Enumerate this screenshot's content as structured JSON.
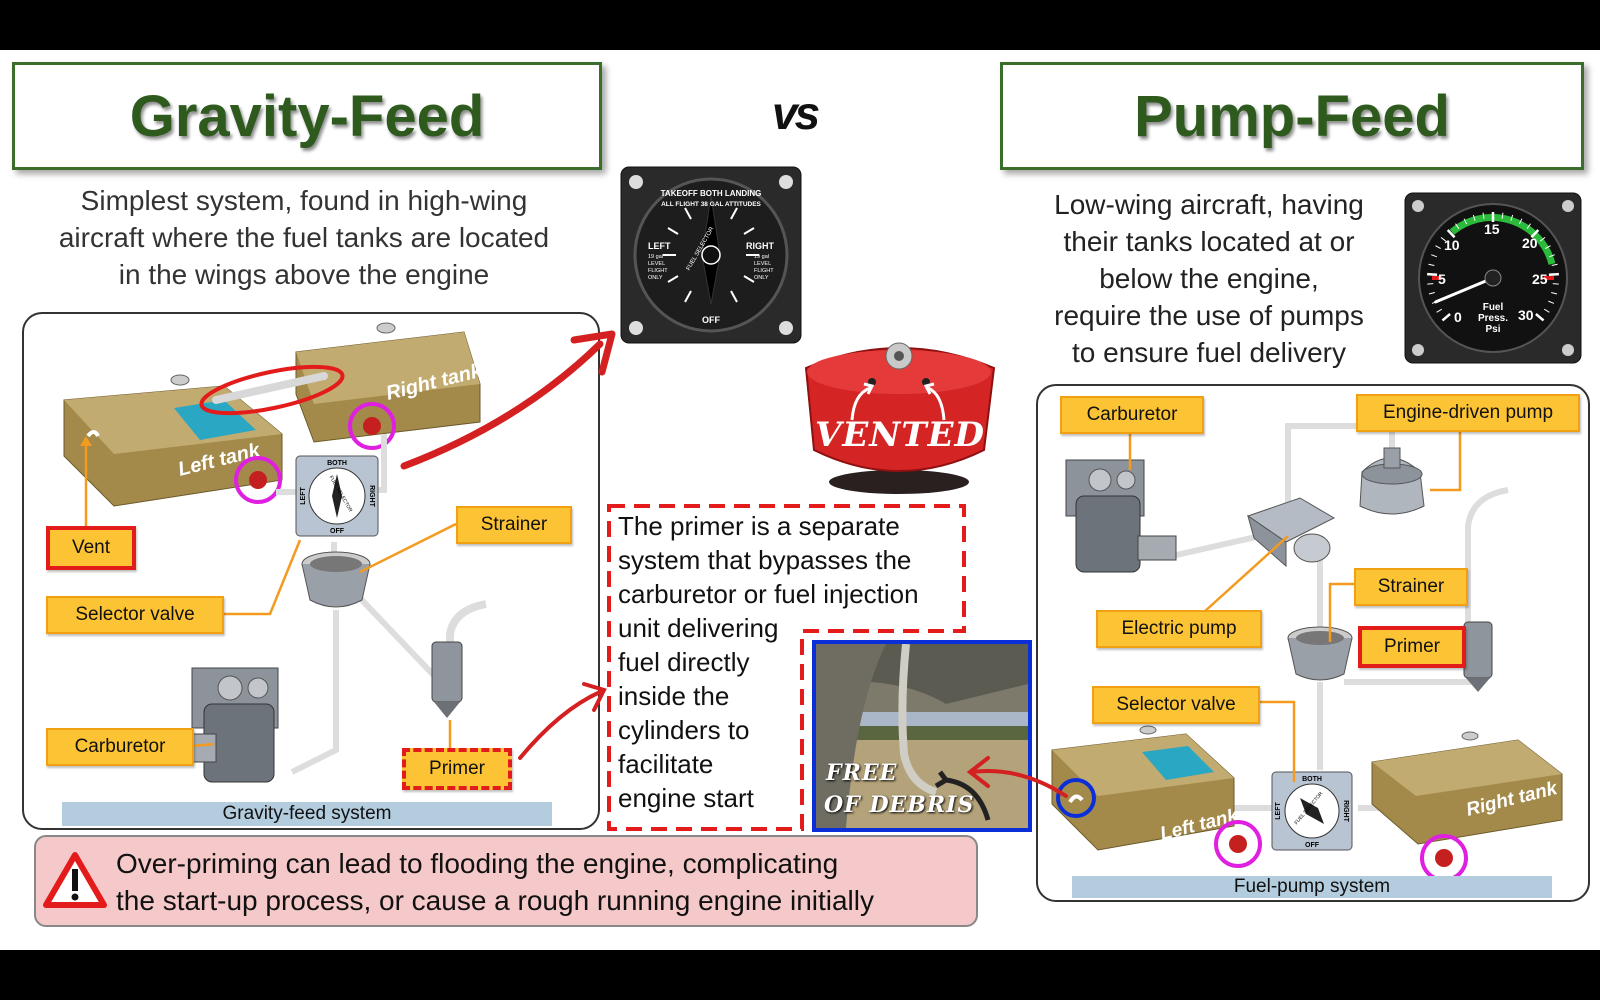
{
  "left": {
    "title": "Gravity-Feed",
    "description_lines": [
      "Simplest system, found in high-wing",
      "aircraft where the fuel tanks are located",
      "in the wings above the engine"
    ],
    "tank_labels": {
      "left": "Left tank",
      "right": "Right tank"
    },
    "selector_face": {
      "top": "BOTH",
      "left": "LEFT",
      "right": "RIGHT",
      "bottom": "OFF",
      "center": "FUEL SELECTOR"
    },
    "labels": {
      "vent": "Vent",
      "selector_valve": "Selector valve",
      "strainer": "Strainer",
      "carburetor": "Carburetor",
      "primer": "Primer"
    },
    "caption": "Gravity-feed system"
  },
  "vs": "vs",
  "selector_gauge": {
    "top_line1": "TAKEOFF BOTH LANDING",
    "top_line2": "ALL FLIGHT 38 GAL ATTITUDES",
    "left": "LEFT",
    "left_sub": [
      "19 gal",
      "LEVEL",
      "FLIGHT",
      "ONLY"
    ],
    "right": "RIGHT",
    "right_sub": [
      "19 gal",
      "LEVEL",
      "FLIGHT",
      "ONLY"
    ],
    "center": "FUEL SELECTOR",
    "bottom": "OFF"
  },
  "fuel_cap": {
    "label": "VENTED",
    "color": "#d42424"
  },
  "primer_note": [
    "The primer is a separate",
    "system that bypasses the",
    "carburetor or fuel injection",
    "unit delivering",
    "fuel directly",
    "inside the",
    "cylinders to",
    "facilitate",
    "engine start"
  ],
  "photo": {
    "line1": "FREE",
    "line2": "OF DEBRIS"
  },
  "warning": {
    "icon": "warning-triangle-icon",
    "lines": [
      "Over-priming can lead to flooding the engine, complicating",
      "the start-up process, or cause a rough running engine initially"
    ]
  },
  "right": {
    "title": "Pump-Feed",
    "description_lines": [
      "Low-wing aircraft, having",
      "their tanks located at or",
      "below the engine,",
      "require the use of pumps",
      "to ensure fuel delivery"
    ],
    "gauge": {
      "ticks": [
        "0",
        "5",
        "10",
        "15",
        "20",
        "25",
        "30"
      ],
      "label": [
        "Fuel",
        "Press.",
        "Psi"
      ],
      "needle_value": 2
    },
    "labels": {
      "carburetor": "Carburetor",
      "engine_driven_pump": "Engine-driven pump",
      "strainer": "Strainer",
      "electric_pump": "Electric pump",
      "primer": "Primer",
      "selector_valve": "Selector valve"
    },
    "tank_labels": {
      "left": "Left tank",
      "right": "Right tank"
    },
    "selector_face": {
      "top": "BOTH",
      "left": "LEFT",
      "right": "RIGHT",
      "bottom": "OFF",
      "center": "FUEL SELECTOR"
    },
    "caption": "Fuel-pump system"
  },
  "colors": {
    "title_green": "#2e5a1e",
    "label_fill": "#fcc434",
    "label_border": "#f0a010",
    "highlight_red": "#e31b1b",
    "highlight_magenta": "#e020e0",
    "highlight_blue": "#0a2fd8",
    "tank_olive": "#a38a4a",
    "warning_bg": "#f5c9c9"
  }
}
